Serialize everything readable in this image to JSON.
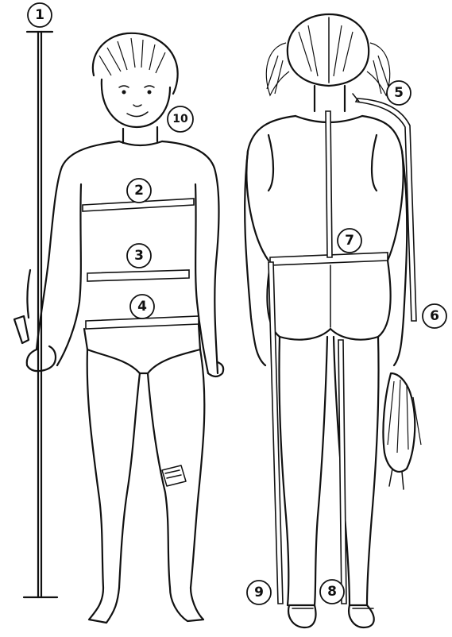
{
  "markers": [
    {
      "id": "1",
      "label": "1"
    },
    {
      "id": "2",
      "label": "2"
    },
    {
      "id": "3",
      "label": "3"
    },
    {
      "id": "4",
      "label": "4"
    },
    {
      "id": "5",
      "label": "5"
    },
    {
      "id": "6",
      "label": "6"
    },
    {
      "id": "7",
      "label": "7"
    },
    {
      "id": "8",
      "label": "8"
    },
    {
      "id": "9",
      "label": "9"
    },
    {
      "id": "10",
      "label": "10"
    }
  ]
}
